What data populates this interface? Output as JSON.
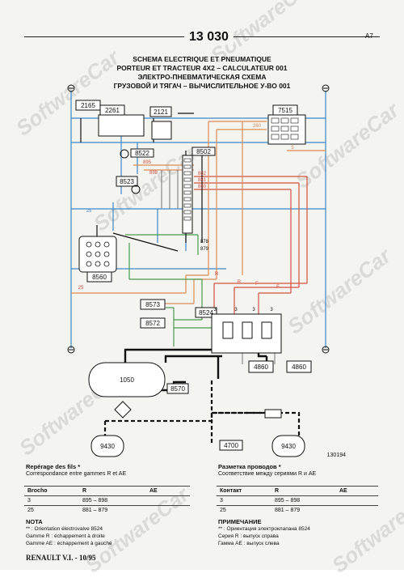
{
  "header": {
    "page_number": "13 030",
    "corner": "A7",
    "title_lines": [
      "SCHEMA ELECTRIQUE ET PNEUMATIQUE",
      "PORTEUR ET TRACTEUR 4X2 – CALCULATEUR 001",
      "ЭЛЕКТРО-ПНЕВМАТИЧЕСКАЯ  СХЕМА",
      "ГРУЗОВОЙ И ТЯГАЧ – ВЫЧИСЛИТЕЛЬНОЕ У-ВО 001"
    ]
  },
  "diagram": {
    "components": [
      "2165",
      "2261",
      "2121",
      "7515",
      "8522",
      "8502",
      "8523",
      "8560",
      "8573",
      "8572",
      "8524",
      "1050",
      "8570",
      "4860",
      "4860",
      "9430",
      "4700",
      "9430"
    ],
    "wire_labels": [
      "25",
      "25",
      "895",
      "898",
      "3",
      "3",
      "3",
      "3",
      "882",
      "881",
      "880",
      "R",
      "R",
      "F",
      "F",
      "878",
      "879",
      "260",
      "5"
    ],
    "drawing_ref": "130194",
    "colors": {
      "blue": "#3f86c8",
      "red": "#d2503f",
      "orange": "#db8a55",
      "green": "#4a9a4e",
      "black": "#111111",
      "grey": "#8a8a8a"
    }
  },
  "left_table": {
    "title": "Repérage des fils *",
    "subtitle": "Correspondance entre gammes R et AE",
    "columns": [
      "Brocho",
      "R",
      "AE"
    ],
    "rows": [
      [
        "3",
        "895 – 898",
        ""
      ],
      [
        "25",
        "881 – 879",
        ""
      ]
    ]
  },
  "right_table": {
    "title": "Разметка проводов *",
    "subtitle": "Соответствие между сериями R и AE",
    "columns": [
      "Контакт",
      "R",
      "AE"
    ],
    "rows": [
      [
        "3",
        "895 – 898",
        ""
      ],
      [
        "25",
        "881 – 879",
        ""
      ]
    ]
  },
  "left_note": {
    "heading": "NOTA",
    "lines": [
      "** : Orientation électrovalve 8524",
      "Gamme R : échappement à droite",
      "Gamme AE : échappement à gauche"
    ]
  },
  "right_note": {
    "heading": "ПРИМЕЧАНИЕ",
    "lines": [
      "** : Ориентация электроклапана 8524",
      "Серия R : выпуск справа",
      "Гамма AE : выпуск слева"
    ]
  },
  "footer": "RENAULT V.I. - 10/95",
  "watermark": "SoftwareCar"
}
